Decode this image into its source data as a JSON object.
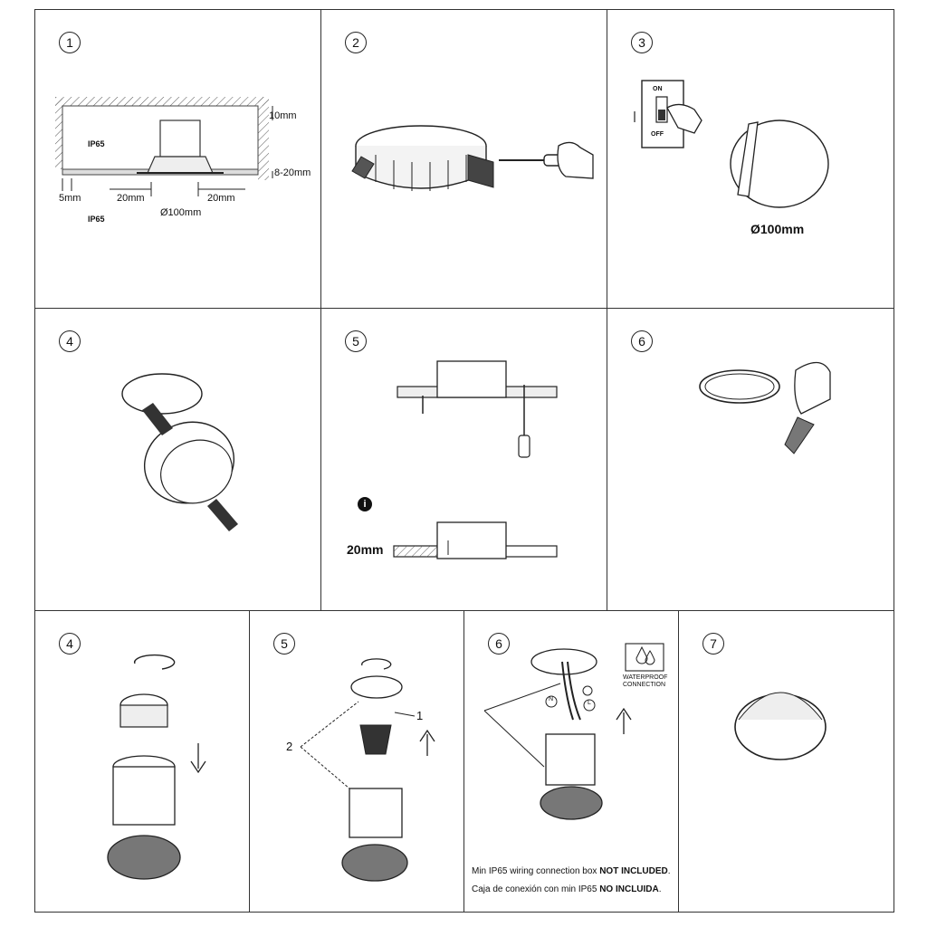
{
  "steps": {
    "s1": "1",
    "s2": "2",
    "s3": "3",
    "s4": "4",
    "s5": "5",
    "s6": "6",
    "b4": "4",
    "b5": "5",
    "b6": "6",
    "b7": "7"
  },
  "panel1": {
    "ip65_top": "IP65",
    "ip65_bottom": "IP65",
    "dim_10": "10mm",
    "dim_8_20": "8-20mm",
    "dim_5": "5mm",
    "dim_20_left": "20mm",
    "dim_20_right": "20mm",
    "dim_dia": "Ø100mm"
  },
  "panel3": {
    "switch_on": "ON",
    "switch_off": "OFF",
    "hole_dia": "Ø100mm"
  },
  "panel5": {
    "info_icon": "i",
    "thickness": "20mm"
  },
  "bottom5": {
    "callout_1": "1",
    "callout_2": "2"
  },
  "bottom6": {
    "neutral": "N",
    "live": "L",
    "badge_line1": "WATERPROOF",
    "badge_line2": "CONNECTION",
    "note_en_prefix": "Min IP65 wiring connection box ",
    "note_en_bold": "NOT INCLUDED",
    "note_en_suffix": ".",
    "note_es_prefix": "Caja de conexión con min IP65 ",
    "note_es_bold": "NO INCLUIDA",
    "note_es_suffix": "."
  },
  "icons": {
    "hand": "hand-icon",
    "screwdriver": "screwdriver-icon",
    "info": "info-icon",
    "water_drop": "water-drop-icon",
    "ground": "ground-icon",
    "rotate_arrow": "rotate-arrow-icon",
    "down_arrow": "down-arrow-icon",
    "up_arrow": "up-arrow-icon"
  }
}
